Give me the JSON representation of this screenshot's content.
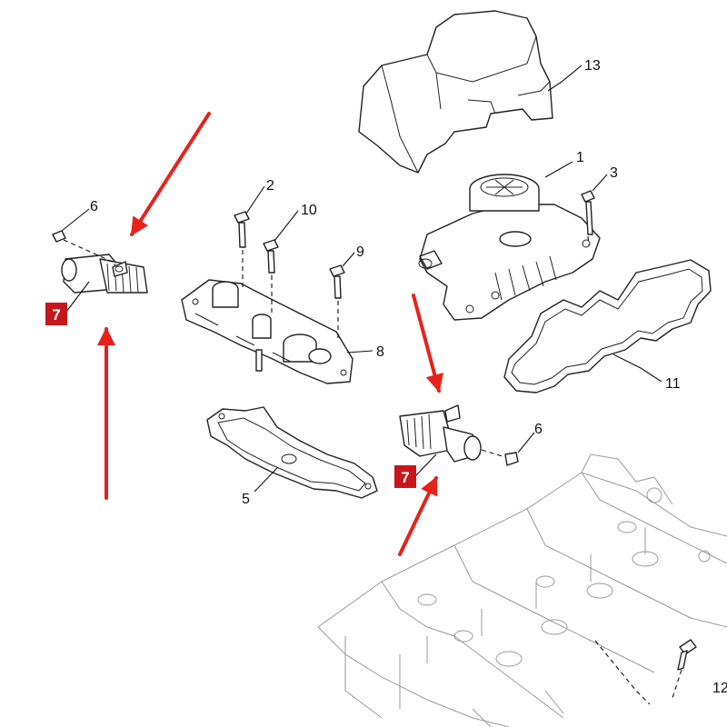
{
  "colors": {
    "arrow": "#e8211b",
    "badge": "#c8161d",
    "line": "#222222",
    "ghost": "#9a9a9a"
  },
  "callouts": {
    "c13": "13",
    "c1": "1",
    "c3": "3",
    "c2": "2",
    "c10": "10",
    "c9": "9",
    "c8": "8",
    "c6a": "6",
    "c6b": "6",
    "c11": "11",
    "c5": "5",
    "c12": "12"
  },
  "badges": {
    "left": "7",
    "right": "7"
  }
}
